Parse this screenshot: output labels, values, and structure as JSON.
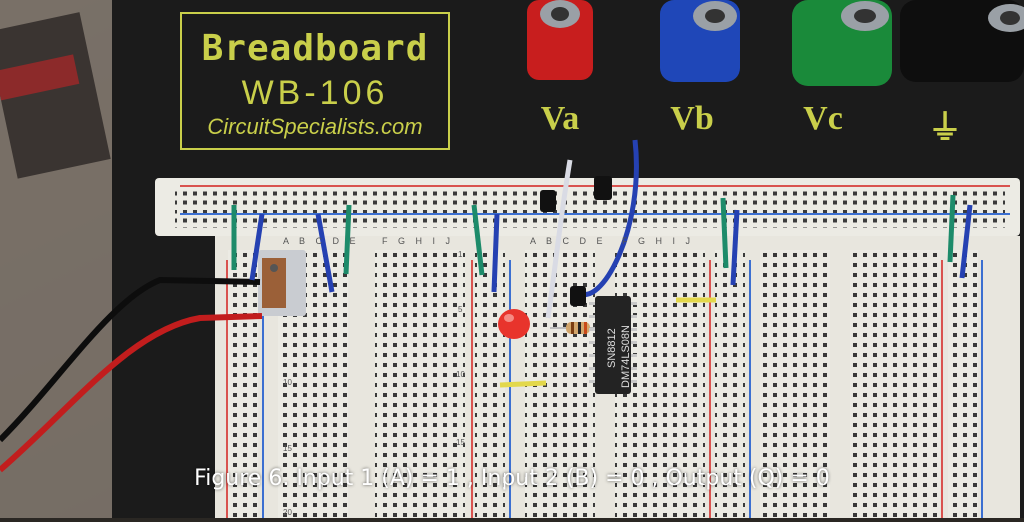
{
  "board": {
    "brand": "Breadboard",
    "model": "WB-106",
    "website": "CircuitSpecialists.com",
    "posts": [
      {
        "label": "Va",
        "color": "#c81e1e"
      },
      {
        "label": "Vb",
        "color": "#1f47b8"
      },
      {
        "label": "Vc",
        "color": "#1a8a3a"
      },
      {
        "label": "⏚",
        "color": "#111111"
      }
    ]
  },
  "strips": {
    "column_letters_left": "A B C D E",
    "column_letters_right": "F G H I J",
    "row_numbers": [
      "1",
      "5",
      "10",
      "15",
      "20"
    ]
  },
  "chip": {
    "line1": "SN8812",
    "line2": "DM74LS08N"
  },
  "caption": "Figure 6. Input 1 (A) = 1 , Input 2 (B) = 0 , Output (Q) = 0",
  "colors": {
    "board_black": "#1b1b1b",
    "board_label": "#c9cf4a",
    "breadboard_white": "#ecebe4",
    "rail_red": "#d9534f",
    "rail_blue": "#3b6fd1",
    "wire_green": "#1d8b6a",
    "wire_blue": "#2541b2",
    "led_red": "#e8342c"
  }
}
